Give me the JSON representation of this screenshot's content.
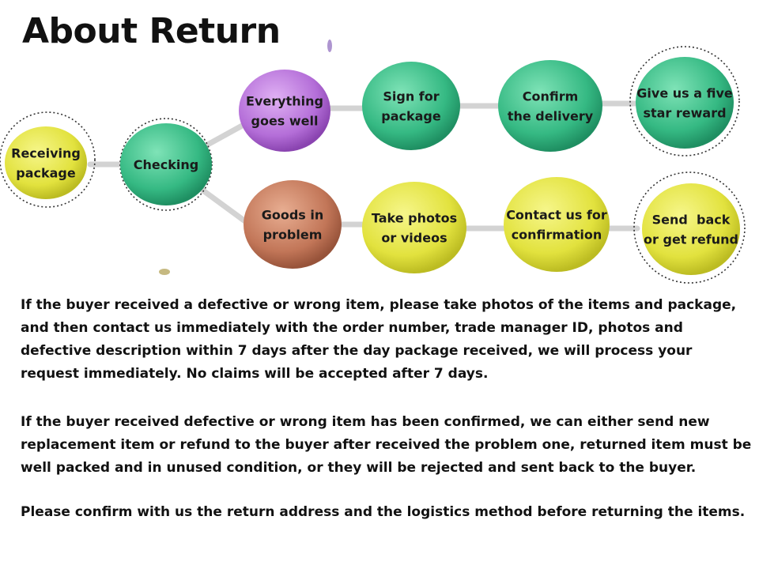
{
  "title": "About Return",
  "colors": {
    "yellow": "#e6e64a",
    "green": "#3dbf88",
    "purple": "#b56fd9",
    "brown": "#c4785a",
    "connector": "#cfcfcf"
  },
  "nodes": [
    {
      "id": "receiving-package",
      "lines": [
        "Receiving",
        "package"
      ],
      "color": "yellow"
    },
    {
      "id": "checking",
      "lines": [
        "Checking"
      ],
      "color": "green"
    },
    {
      "id": "everything-goes-well",
      "lines": [
        "Everything",
        "goes well"
      ],
      "color": "purple"
    },
    {
      "id": "sign-for-package",
      "lines": [
        "Sign for",
        "package"
      ],
      "color": "green"
    },
    {
      "id": "confirm-delivery",
      "lines": [
        "Confirm",
        "the delivery"
      ],
      "color": "green"
    },
    {
      "id": "five-star-reward",
      "lines": [
        "Give us a five",
        "star reward"
      ],
      "color": "green"
    },
    {
      "id": "goods-in-problem",
      "lines": [
        "Goods in",
        "problem"
      ],
      "color": "brown"
    },
    {
      "id": "take-photos",
      "lines": [
        "Take photos",
        "or videos"
      ],
      "color": "yellow"
    },
    {
      "id": "contact-confirmation",
      "lines": [
        "Contact us for",
        "confirmation"
      ],
      "color": "yellow"
    },
    {
      "id": "send-back-refund",
      "lines": [
        "Send  back",
        "or get refund"
      ],
      "color": "yellow"
    }
  ],
  "paragraphs": [
    "If the buyer received a defective or wrong item, please take photos of the items and package, and then contact us immediately with the order number, trade manager ID,  photos and defective description within 7 days after the day package received, we will process your request immediately. No claims will be accepted after 7 days.",
    "If the buyer received defective or wrong item has been confirmed, we can either send new replacement item or refund to the buyer after received the problem one, returned item must be well packed and in unused condition, or they will be rejected and sent back to the buyer.",
    "Please confirm with us the return address and the logistics method before returning the items."
  ]
}
